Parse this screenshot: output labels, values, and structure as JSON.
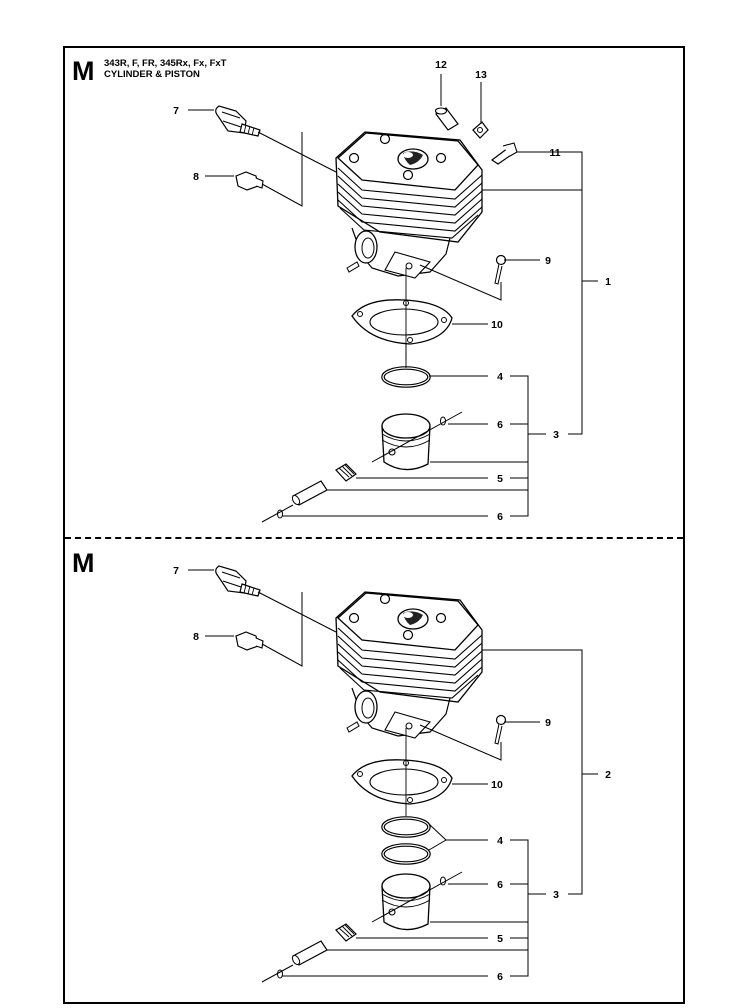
{
  "sections": [
    {
      "letter": "M",
      "title_line1": "343R, F, FR, 345Rx, Fx, FxT",
      "title_line2": "CYLINDER & PISTON",
      "callouts": [
        "12",
        "13",
        "7",
        "11",
        "8",
        "9",
        "1",
        "10",
        "4",
        "6",
        "3",
        "5",
        "6"
      ]
    },
    {
      "letter": "M",
      "title_line1": "",
      "title_line2": "",
      "callouts": [
        "7",
        "8",
        "9",
        "2",
        "10",
        "4",
        "6",
        "3",
        "5",
        "6"
      ]
    }
  ],
  "colors": {
    "line": "#000000",
    "background": "#ffffff"
  }
}
